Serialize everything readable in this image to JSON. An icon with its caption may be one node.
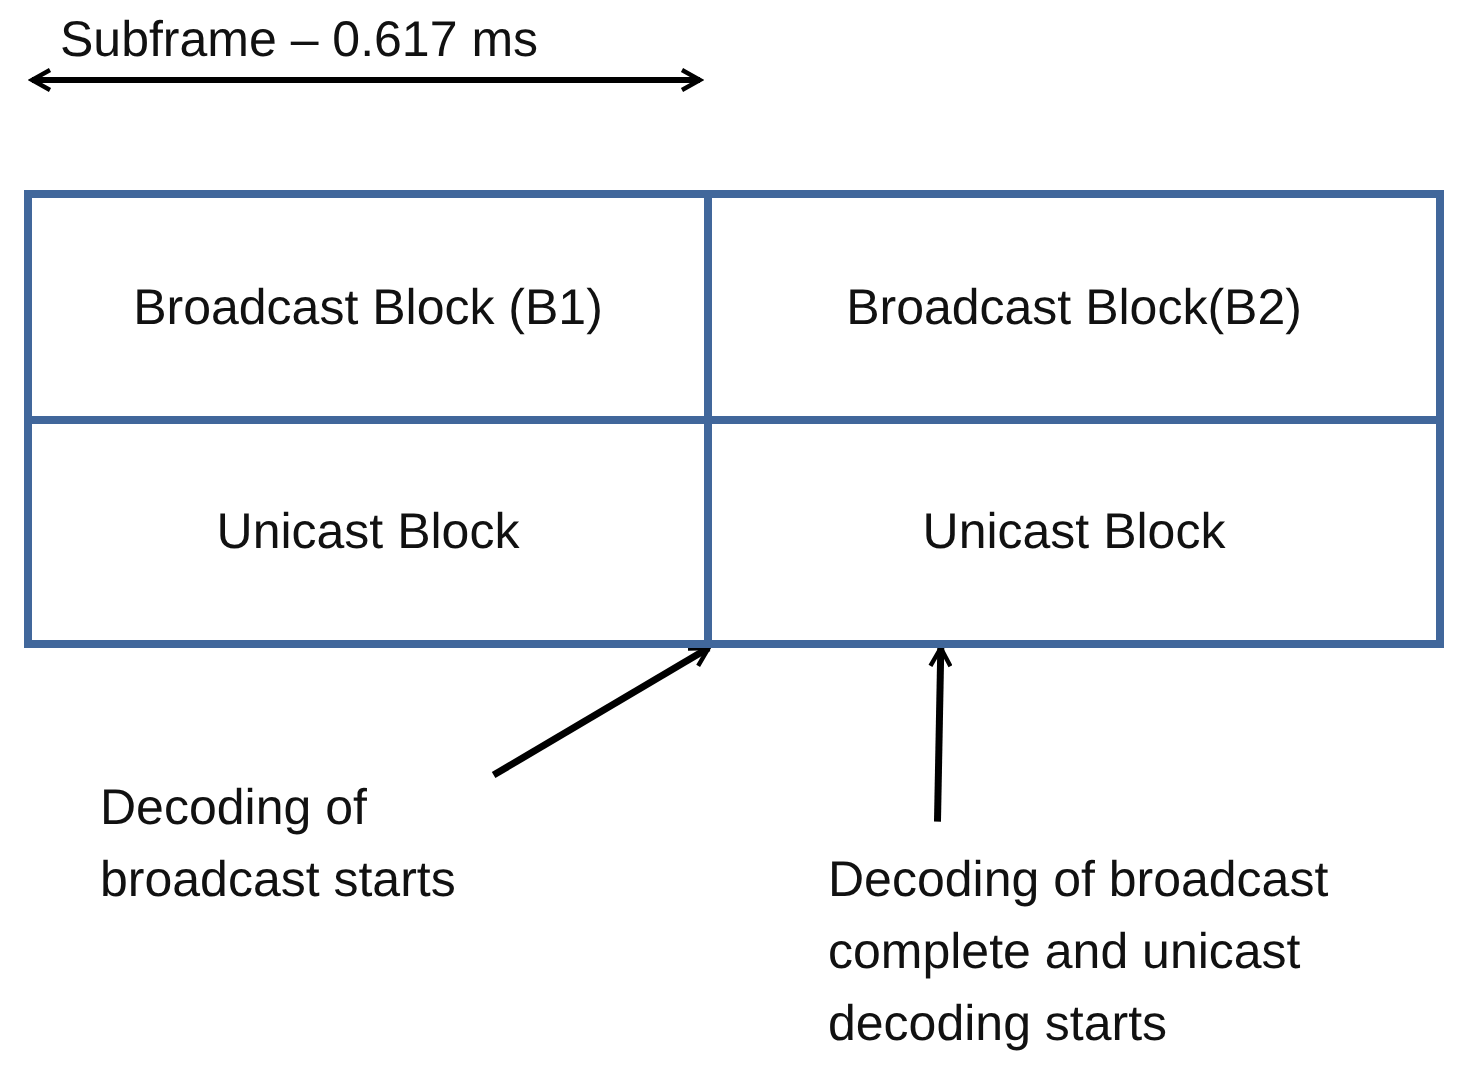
{
  "diagram": {
    "nodes": [
      {
        "text": [
          "Broadcast Block (B1)"
        ]
      },
      {
        "text": [
          "Broadcast Block(B2)"
        ]
      },
      {
        "text": [
          "Unicast Block"
        ]
      },
      {
        "text": [
          "Unicast Block"
        ]
      },
      {
        "text": [
          "Decoding of broadcast starts"
        ]
      },
      {
        "text": [
          "Decoding of broadcast complete and unicast decoding starts"
        ]
      }
    ],
    "edges": [
      {
        "from": 4,
        "to": 2,
        "arrow": "to"
      },
      {
        "from": 5,
        "to": 3,
        "arrow": "to"
      }
    ],
    "labels": [
      "Subframe – 0.617 ms"
    ]
  }
}
